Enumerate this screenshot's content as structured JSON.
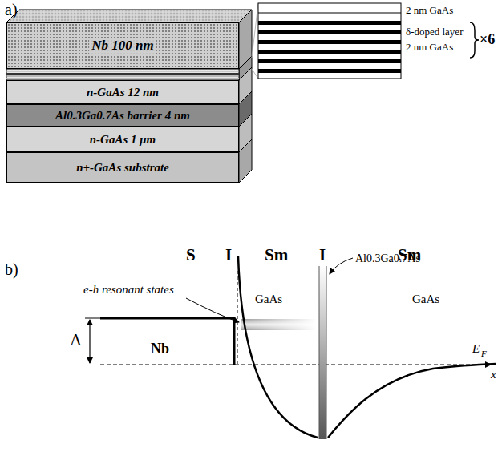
{
  "diagram": {
    "nodes": [
      {
        "text": [
          "Nb 100 nm"
        ]
      },
      {
        "text": [
          "n-GaAs 12 nm"
        ]
      },
      {
        "text": [
          "Al0.3Ga0.7As barrier 4 nm"
        ]
      },
      {
        "text": [
          "n-GaAs 1 μm"
        ]
      },
      {
        "text": [
          "n+-GaAs substrate"
        ]
      }
    ],
    "labels": [
      "a)",
      "2 nm GaAs",
      "δ-doped layer",
      "2 nm GaAs",
      "×6",
      "b)",
      "S",
      "I",
      "Sm",
      "I",
      "Sm",
      "e-h resonant states",
      "GaAs",
      "Al0.3Ga0.7As",
      "GaAs",
      "Δ",
      "Nb",
      "E",
      "F",
      "x"
    ]
  }
}
